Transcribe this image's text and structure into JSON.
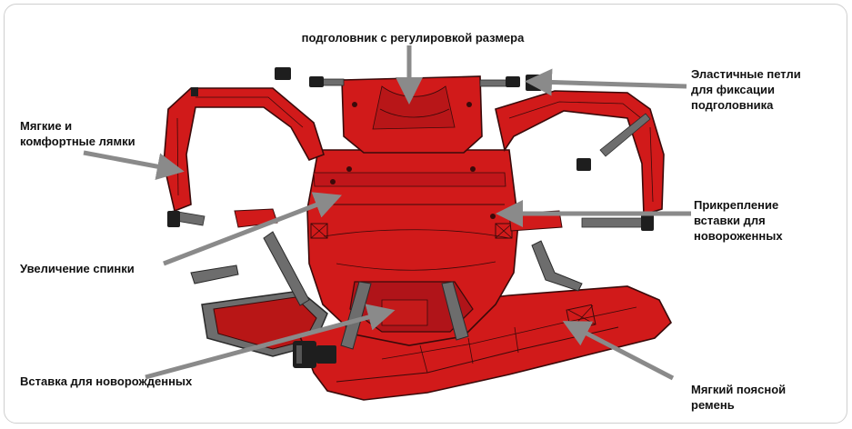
{
  "labels": {
    "headrest": "подголовник с регулировкой размера",
    "elastic_loops": "Эластичные петли\nдля фиксации\nподголовника",
    "straps": "Мягкие и\nкомфортные лямки",
    "insert_attachment": "Прикрепление\nвставки для\nновороженных",
    "back_extension": "Увеличение спинки",
    "newborn_insert": "Вставка для новорожденных",
    "waist_belt": "Мягкий поясной\nремень"
  },
  "colors": {
    "fabric_red": "#d11a1a",
    "fabric_dark_red": "#9e0f12",
    "outline": "#3a0a0a",
    "strap_gray": "#6d6d6d",
    "buckle_black": "#1e1e1e",
    "arrow_gray": "#8a8a8a",
    "frame_border": "#cfcfcf"
  }
}
